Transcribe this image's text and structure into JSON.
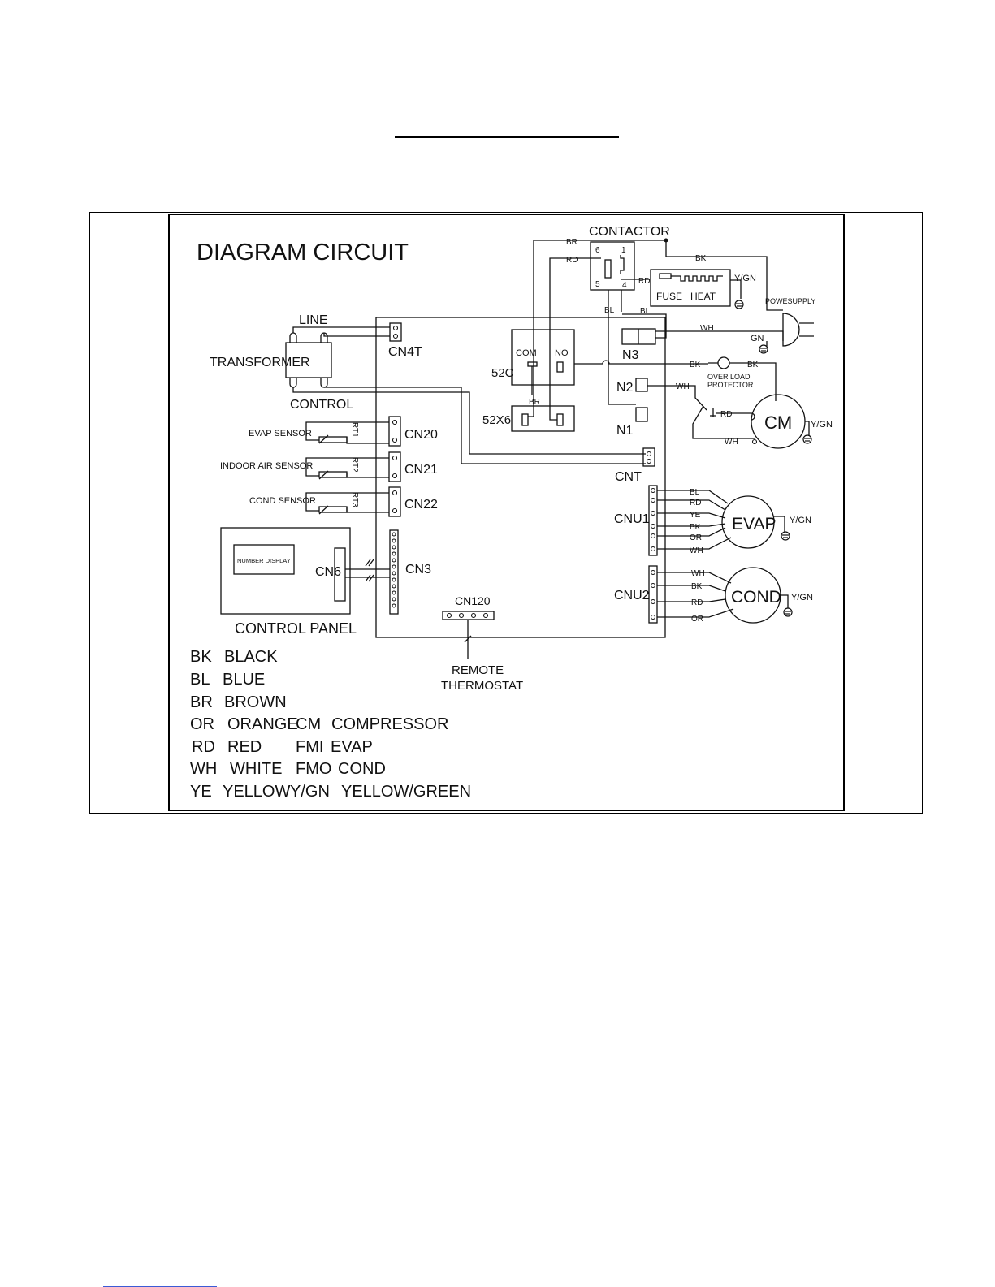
{
  "diagram": {
    "title": "DIAGRAM  CIRCUIT",
    "labels": {
      "contactor": "CONTACTOR",
      "fuse": "FUSE",
      "heat": "HEAT",
      "power_supply": "POWESUPPLY",
      "line": "LINE",
      "transformer": "TRANSFORMER",
      "control": "CONTROL",
      "cn4t": "CN4T",
      "cn20": "CN20",
      "cn21": "CN21",
      "cn22": "CN22",
      "cn3": "CN3",
      "cn6": "CN6",
      "cn120": "CN120",
      "cnt": "CNT",
      "cnu1": "CNU1",
      "cnu2": "CNU2",
      "n1": "N1",
      "n2": "N2",
      "n3": "N3",
      "relay_52c": "52C",
      "relay_52x6": "52X6",
      "com": "COM",
      "no": "NO",
      "evap_sensor": "EVAP SENSOR",
      "indoor_air_sensor": "INDOOR AIR SENSOR",
      "cond_sensor": "COND SENSOR",
      "rt1": "RT1",
      "rt2": "RT2",
      "rt3": "RT3",
      "number_display": "NUMBER DISPLAY",
      "control_panel": "CONTROL PANEL",
      "remote": "REMOTE",
      "thermostat": "THERMOSTAT",
      "overload_line1": "OVER LOAD",
      "overload_line2": "PROTECTOR",
      "cm": "CM",
      "evap": "EVAP",
      "cond": "COND",
      "ygn": "Y/GN",
      "gn": "GN",
      "pin6": "6",
      "pin1": "1",
      "pin5": "5",
      "pin4": "4"
    },
    "wire_tags": {
      "br": "BR",
      "rd": "RD",
      "bk": "BK",
      "bl": "BL",
      "wh": "WH",
      "ye": "YE",
      "or": "OR"
    },
    "legend": [
      {
        "code": "BK",
        "name": "BLACK",
        "code2": "",
        "name2": ""
      },
      {
        "code": "BL",
        "name": "BLUE",
        "code2": "",
        "name2": ""
      },
      {
        "code": "BR",
        "name": "BROWN",
        "code2": "",
        "name2": ""
      },
      {
        "code": "OR",
        "name": "ORANGE",
        "code2": "CM",
        "name2": "COMPRESSOR"
      },
      {
        "code": "RD",
        "name": "RED",
        "code2": "FMI",
        "name2": "EVAP"
      },
      {
        "code": "WH",
        "name": "WHITE",
        "code2": "FMO",
        "name2": "COND"
      },
      {
        "code": "YE",
        "name": "YELLOW",
        "code2": "Y/GN",
        "name2": "YELLOW/GREEN"
      }
    ]
  }
}
